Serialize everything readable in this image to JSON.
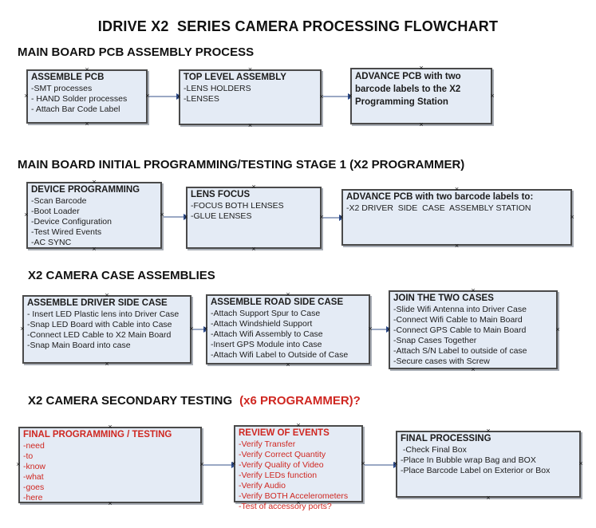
{
  "title": "IDRIVE X2  SERIES CAMERA PROCESSING FLOWCHART",
  "colors": {
    "box_fill": "#e4ebf5",
    "box_border": "#4a4a4a",
    "arrow_line": "#9aa8c4",
    "arrow_head": "#2e4d8e",
    "alert_text": "#cf2721",
    "text": "#1c1c1c"
  },
  "sections": [
    {
      "heading": "MAIN BOARD PCB ASSEMBLY PROCESS",
      "boxes": [
        {
          "title": "ASSEMBLE PCB",
          "lines": [
            "-SMT processes",
            "- HAND Solder processes",
            "- Attach Bar Code Label"
          ]
        },
        {
          "title": "TOP LEVEL ASSEMBLY",
          "lines": [
            "-LENS HOLDERS",
            "-LENSES"
          ]
        },
        {
          "title": "ADVANCE PCB with two barcode labels to the X2 Programming Station",
          "lines": []
        }
      ]
    },
    {
      "heading": "MAIN BOARD INITIAL PROGRAMMING/TESTING STAGE 1 (X2 PROGRAMMER)",
      "boxes": [
        {
          "title": "DEVICE PROGRAMMING",
          "lines": [
            "-Scan Barcode",
            "-Boot Loader",
            "-Device Configuration",
            "-Test Wired Events",
            "-AC SYNC"
          ]
        },
        {
          "title": "LENS FOCUS",
          "lines": [
            "-FOCUS BOTH LENSES",
            "-GLUE LENSES"
          ]
        },
        {
          "title": "ADVANCE PCB with two barcode labels to:",
          "lines": [
            "-X2 DRIVER  SIDE  CASE  ASSEMBLY STATION"
          ]
        }
      ]
    },
    {
      "heading": "X2 CAMERA CASE ASSEMBLIES",
      "boxes": [
        {
          "title": "ASSEMBLE DRIVER SIDE CASE",
          "lines": [
            "- Insert LED Plastic lens into Driver Case",
            "-Snap LED Board with Cable into Case",
            "-Connect LED Cable to X2 Main Board",
            "-Snap Main Board into case"
          ]
        },
        {
          "title": "ASSEMBLE ROAD SIDE CASE",
          "lines": [
            "-Attach Support Spur to Case",
            "-Attach Windshield Support",
            "-Attach Wifi Assembly to Case",
            "-Insert GPS Module into Case",
            "-Attach Wifi Label to Outside of Case"
          ]
        },
        {
          "title": "JOIN THE TWO CASES",
          "lines": [
            "-Slide Wifi Antenna into Driver Case",
            "-Connect Wifi Cable to Main Board",
            "-Connect GPS Cable to Main Board",
            "-Snap Cases Together",
            "-Attach S/N Label to outside of case",
            "-Secure cases with Screw"
          ]
        }
      ]
    },
    {
      "heading": "X2 CAMERA SECONDARY TESTING",
      "heading_alert": "(x6 PROGRAMMER)?",
      "boxes": [
        {
          "title": "FINAL PROGRAMMING / TESTING",
          "lines": [
            "-need",
            "-to",
            "-know",
            "-what",
            "-goes",
            "-here"
          ]
        },
        {
          "title": "REVIEW OF EVENTS",
          "lines": [
            "-Verify Transfer",
            "-Verify Correct Quantity",
            "-Verify Quality of Video",
            "-Verify LEDs function",
            "-Verify Audio",
            "-Verify BOTH Accelerometers",
            "-Test of accessory ports?"
          ]
        },
        {
          "title": "FINAL PROCESSING",
          "lines": [
            " -Check Final Box",
            "-Place In Bubble wrap Bag and BOX",
            "-Place Barcode Label on Exterior or Box"
          ]
        }
      ]
    }
  ]
}
